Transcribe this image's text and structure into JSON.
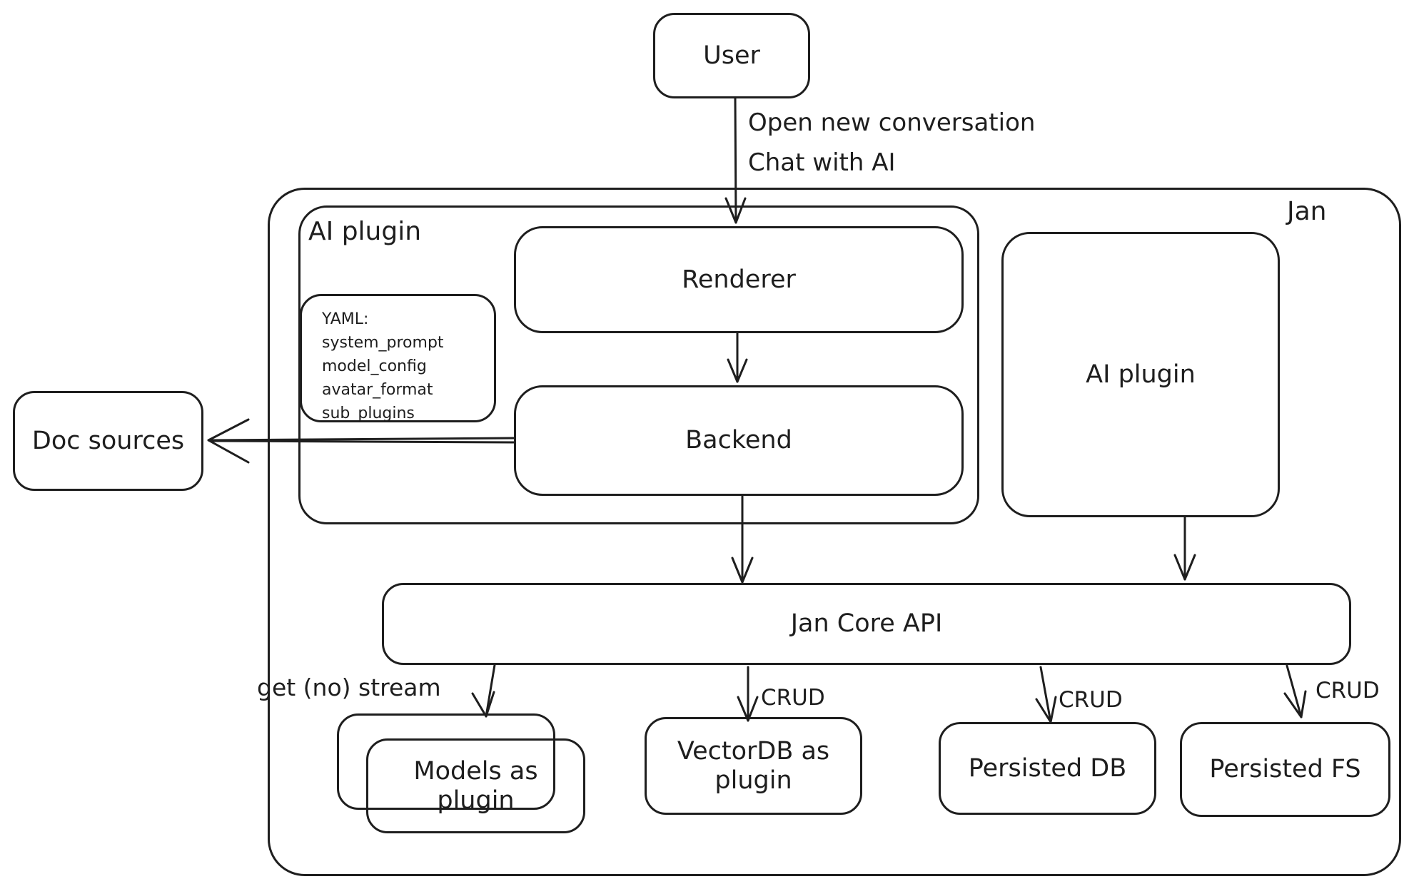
{
  "colors": {
    "ink": "#1e1e1e",
    "background": "#ffffff"
  },
  "nodes": {
    "user": {
      "label": "User"
    },
    "jan": {
      "label": "Jan"
    },
    "ai_plugin_container": {
      "label": "AI plugin"
    },
    "renderer": {
      "label": "Renderer"
    },
    "backend": {
      "label": "Backend"
    },
    "yaml_note": {
      "lines": [
        "YAML:",
        "system_prompt",
        "model_config",
        "avatar_format",
        "sub_plugins"
      ]
    },
    "doc_sources": {
      "label": "Doc sources"
    },
    "ai_plugin_right": {
      "label": "AI plugin"
    },
    "jan_core_api": {
      "label": "Jan Core API"
    },
    "models_plugin": {
      "label_lines": [
        "Models as",
        "plugin"
      ]
    },
    "vectordb_plugin": {
      "label_lines": [
        "VectorDB as",
        "plugin"
      ]
    },
    "persisted_db": {
      "label": "Persisted DB"
    },
    "persisted_fs": {
      "label": "Persisted FS"
    }
  },
  "edge_labels": {
    "user_to_renderer": [
      "Open new conversation",
      "Chat with AI"
    ],
    "core_to_models": "get (no) stream",
    "core_to_vectordb": "CRUD",
    "core_to_persisted_db": "CRUD",
    "core_to_persisted_fs": "CRUD"
  }
}
